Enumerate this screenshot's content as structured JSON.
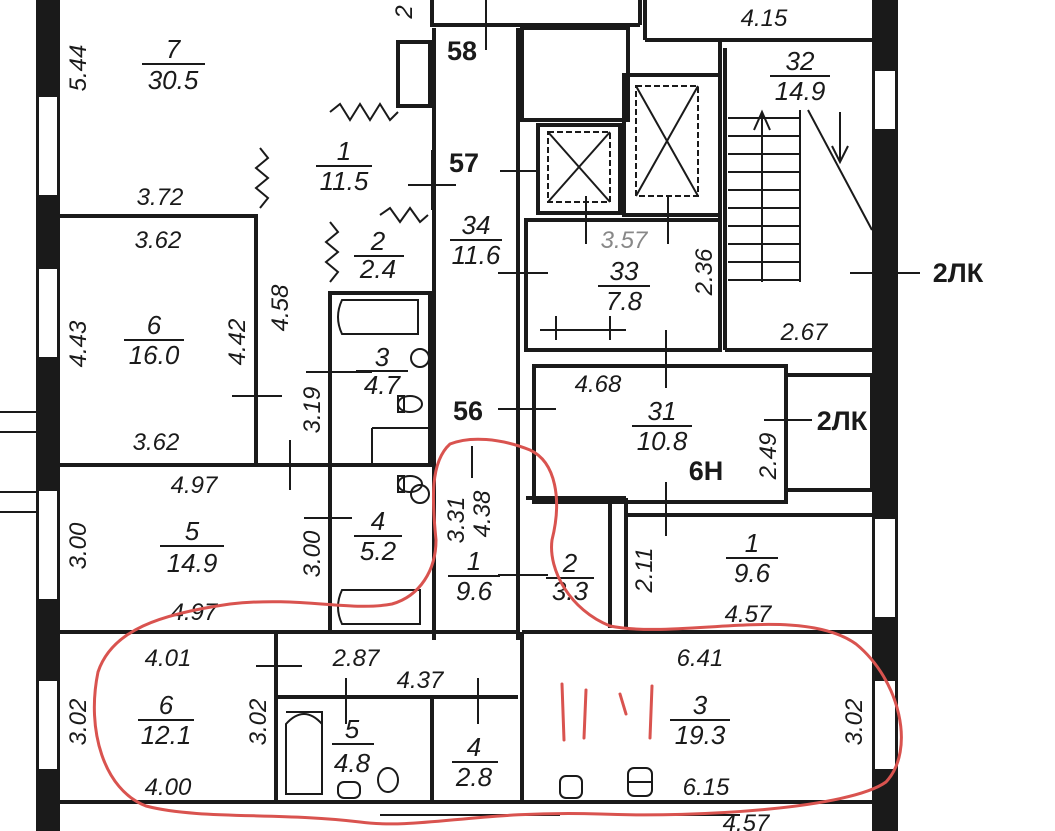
{
  "rooms": [
    {
      "id": "r7",
      "num": "7",
      "area": "30.5"
    },
    {
      "id": "r1a",
      "num": "1",
      "area": "11.5"
    },
    {
      "id": "r2a",
      "num": "2",
      "area": "2.4"
    },
    {
      "id": "r6a",
      "num": "6",
      "area": "16.0"
    },
    {
      "id": "r3a",
      "num": "3",
      "area": "4.7"
    },
    {
      "id": "r34",
      "num": "34",
      "area": "11.6"
    },
    {
      "id": "r33",
      "num": "33",
      "area": "7.8"
    },
    {
      "id": "r32",
      "num": "32",
      "area": "14.9"
    },
    {
      "id": "r31",
      "num": "31",
      "area": "10.8"
    },
    {
      "id": "r5b",
      "num": "5",
      "area": "14.9"
    },
    {
      "id": "r4b",
      "num": "4",
      "area": "5.2"
    },
    {
      "id": "r1b",
      "num": "1",
      "area": "9.6"
    },
    {
      "id": "r2b",
      "num": "2",
      "area": "3.3"
    },
    {
      "id": "r1c",
      "num": "1",
      "area": "9.6"
    },
    {
      "id": "r6c",
      "num": "6",
      "area": "12.1"
    },
    {
      "id": "r5c",
      "num": "5",
      "area": "4.8"
    },
    {
      "id": "r4c",
      "num": "4",
      "area": "2.8"
    },
    {
      "id": "r3c",
      "num": "3",
      "area": "19.3"
    }
  ],
  "dimensions": [
    "5.44",
    "3.72",
    "3.62",
    "4.43",
    "4.42",
    "4.58",
    "3.62",
    "3.19",
    "4.97",
    "3.00",
    "3.00",
    "4.97",
    "3.31",
    "4.38",
    "2.11",
    "4.57",
    "4.01",
    "2.87",
    "4.37",
    "6.41",
    "3.02",
    "3.02",
    "3.02",
    "4.00",
    "6.15",
    "4.57",
    "3.57",
    "2.36",
    "2.67",
    "4.68",
    "2.49",
    "4.15",
    "2"
  ],
  "markers": {
    "m58": "58",
    "m57": "57",
    "m56": "56",
    "apt": "6Н",
    "lk1": "2ЛК",
    "lk2": "2ЛК"
  },
  "annotation": {
    "mark": "ll'l",
    "color": "#d9534f"
  }
}
